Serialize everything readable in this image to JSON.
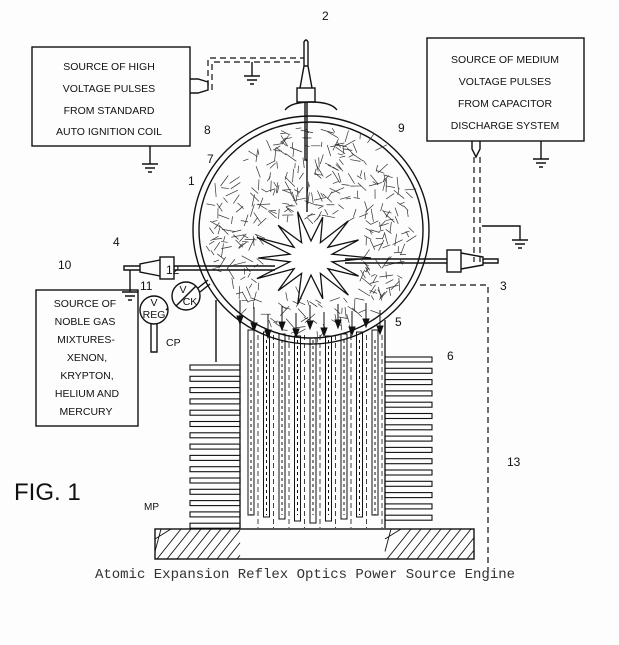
{
  "boxes": {
    "high_voltage": {
      "lines": [
        "SOURCE OF HIGH",
        "VOLTAGE PULSES",
        "FROM STANDARD",
        "AUTO IGNITION COIL"
      ],
      "ref": "8"
    },
    "medium_voltage": {
      "lines": [
        "SOURCE OF MEDIUM",
        "VOLTAGE PULSES",
        "FROM CAPACITOR",
        "DISCHARGE SYSTEM"
      ],
      "ref": "9"
    },
    "noble_gas": {
      "lines": [
        "SOURCE OF",
        "NOBLE GAS",
        "MIXTURES-",
        "XENON,",
        "KRYPTON,",
        "HELIUM AND",
        "MERCURY"
      ],
      "ref": "10"
    }
  },
  "valves": {
    "regulator": {
      "top": "V",
      "bottom": "REG",
      "ref": "11"
    },
    "check": {
      "top": "V",
      "bottom": "CK",
      "ref": "12"
    },
    "cp": "CP"
  },
  "refs": {
    "sphere": "1",
    "electrode_top": "2",
    "electrode_right": "3",
    "electrode_left": "4",
    "tubes": "5",
    "fins": "6",
    "fill": "7",
    "line13": "13",
    "mounting_plate": "MP"
  },
  "figure_label": "FIG. 1",
  "caption": "Atomic Expansion Reflex Optics Power Source Engine"
}
